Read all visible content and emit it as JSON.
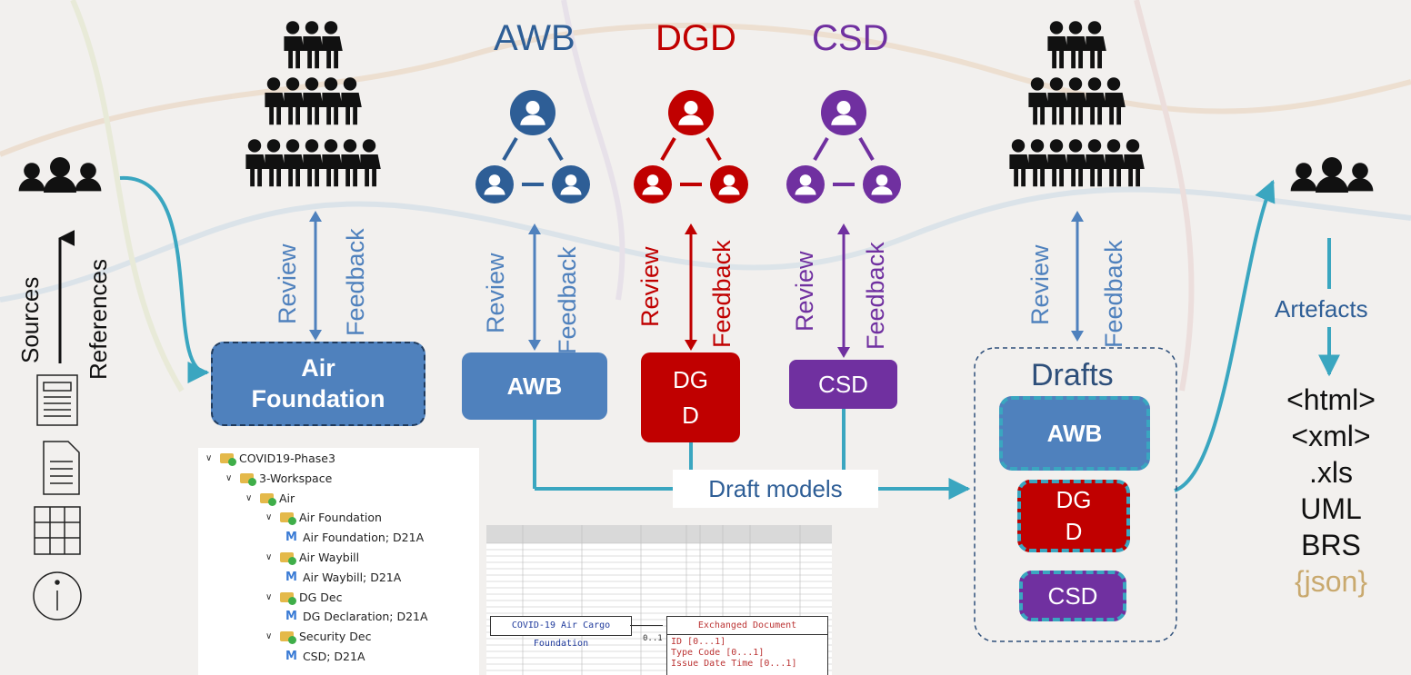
{
  "committees": {
    "awb": {
      "title": "AWB",
      "color": "#2e5e96"
    },
    "dgd": {
      "title": "DGD",
      "color": "#c00000"
    },
    "csd": {
      "title": "CSD",
      "color": "#7030a0"
    }
  },
  "feedback_labels": {
    "review": "Review",
    "feedback": "Feedback"
  },
  "input_side": {
    "sources": "Sources",
    "references": "References"
  },
  "boxes": {
    "air_foundation": "Air Foundation",
    "awb": "AWB",
    "dgd_line1": "DG",
    "dgd_line2": "D",
    "csd": "CSD"
  },
  "drafts": {
    "title": "Drafts",
    "awb": "AWB",
    "dgd_line1": "DG",
    "dgd_line2": "D",
    "csd": "CSD"
  },
  "draft_models_label": "Draft models",
  "artefacts": {
    "label": "Artefacts",
    "items": [
      "<html>",
      "<xml>",
      ".xls",
      "UML",
      "BRS"
    ],
    "json_item": "{json}"
  },
  "tree": {
    "items": [
      {
        "label": "COVID19-Phase3",
        "kind": "folder"
      },
      {
        "label": "3-Workspace",
        "kind": "folder"
      },
      {
        "label": "Air",
        "kind": "folder"
      },
      {
        "label": "Air Foundation",
        "kind": "folder"
      },
      {
        "label": "Air Foundation; D21A",
        "kind": "model"
      },
      {
        "label": "Air Waybill",
        "kind": "folder"
      },
      {
        "label": "Air Waybill; D21A",
        "kind": "model"
      },
      {
        "label": "DG Dec",
        "kind": "folder"
      },
      {
        "label": "DG Declaration; D21A",
        "kind": "model"
      },
      {
        "label": "Security Dec",
        "kind": "folder"
      },
      {
        "label": "CSD; D21A",
        "kind": "model"
      }
    ]
  },
  "uml": {
    "class_left": "COVID-19 Air Cargo Foundation",
    "multiplicity": "0..1",
    "class_right": "Exchanged Document",
    "attributes": [
      "ID [0...1]",
      "Type Code [0...1]",
      "Issue Date Time [0...1]"
    ]
  },
  "colors": {
    "blue_box": "#4f81bd",
    "teal_arrow": "#3aa6c0",
    "dgd_red": "#c00000",
    "csd_purple": "#7030a0",
    "text_blue": "#2e5e96",
    "json_gold": "#c9a96e"
  }
}
